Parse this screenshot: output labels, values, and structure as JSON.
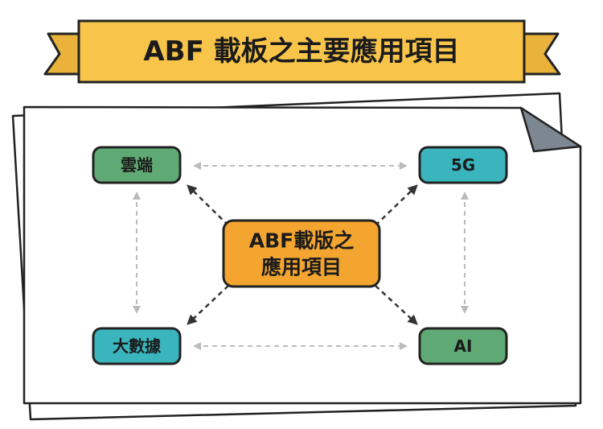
{
  "title": "ABF 載板之主要應用項目",
  "center": {
    "line1": "ABF載版之",
    "line2": "應用項目"
  },
  "nodes": {
    "top_left": "雲端",
    "top_right": "5G",
    "bottom_left": "大數據",
    "bottom_right": "AI"
  },
  "colors": {
    "banner": "#f8c54a",
    "center": "#f3a52f",
    "green": "#5faa74",
    "teal": "#3ab5be",
    "paper_fold": "#7d8792",
    "dashed_strong": "#333333",
    "dashed_light": "#bbbbbb"
  }
}
